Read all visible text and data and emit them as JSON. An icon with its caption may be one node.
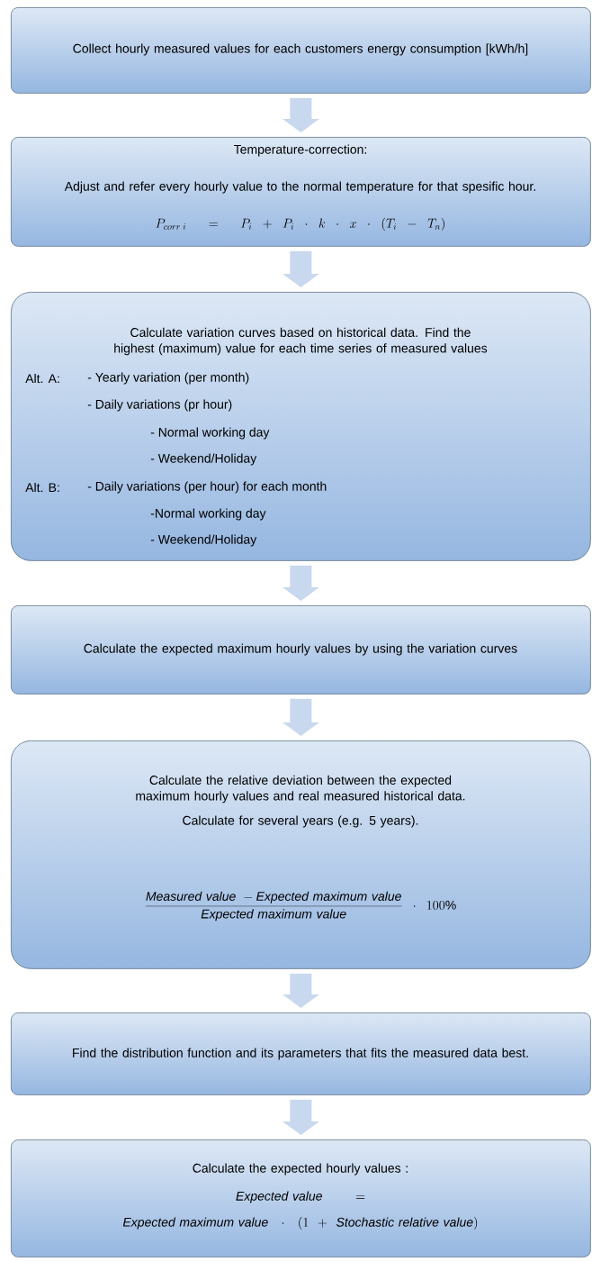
{
  "diagram": {
    "nodes": [
      {
        "text": [
          "Collect hourly measured values for each customers energy consumption [kWh/h]"
        ]
      },
      {
        "text": [
          "Temperature-correction:",
          "Adjust and refer every hourly value to the normal temperature for that spesific hour.",
          "P_{corr\\;i} = P_i + P_i \\cdot k \\cdot x \\cdot (T_i - T_n)"
        ]
      },
      {
        "text": [
          "Calculate variation curves based  on historical data. Find the highest (maximum) value for each time series of measured values",
          "Alt. A:",
          "- Yearly variation (per month)",
          "- Daily variations (pr hour)",
          "- Normal working day",
          "- Weekend/Holiday",
          "Alt. B:",
          "- Daily variations (per hour) for each month",
          "-Normal working day",
          "- Weekend/Holiday"
        ]
      },
      {
        "text": [
          "Calculate the expected maximum hourly values by using the variation curves"
        ]
      },
      {
        "text": [
          "Calculate the relative deviation between the expected maximum hourly values and real measured historical data.",
          "Calculate for several years (e.g. 5 years).",
          "\\frac{\\mathit{Measured\\ value}\\ - \\mathit{Expected\\ maximum\\ value}}{\\mathit{Expected\\ maximum\\ value}}\\cdot 100\\%"
        ]
      },
      {
        "text": [
          "Find the distribution function and its parameters that fits the measured data best."
        ]
      },
      {
        "text": [
          "Calculate the expected hourly values :",
          "\\mathit{Expected\\ value} =",
          "\\mathit{Expected\\ maximum\\ value}\\ \\cdot\\ (1 + \\mathit{Stochastic\\ relative\\ value})"
        ]
      }
    ],
    "edges": [
      {
        "from": 0,
        "to": 1,
        "arrow": "to"
      },
      {
        "from": 1,
        "to": 2,
        "arrow": "to"
      },
      {
        "from": 2,
        "to": 3,
        "arrow": "to"
      },
      {
        "from": 3,
        "to": 4,
        "arrow": "to"
      },
      {
        "from": 4,
        "to": 5,
        "arrow": "to"
      },
      {
        "from": 5,
        "to": 6,
        "arrow": "to"
      }
    ]
  }
}
